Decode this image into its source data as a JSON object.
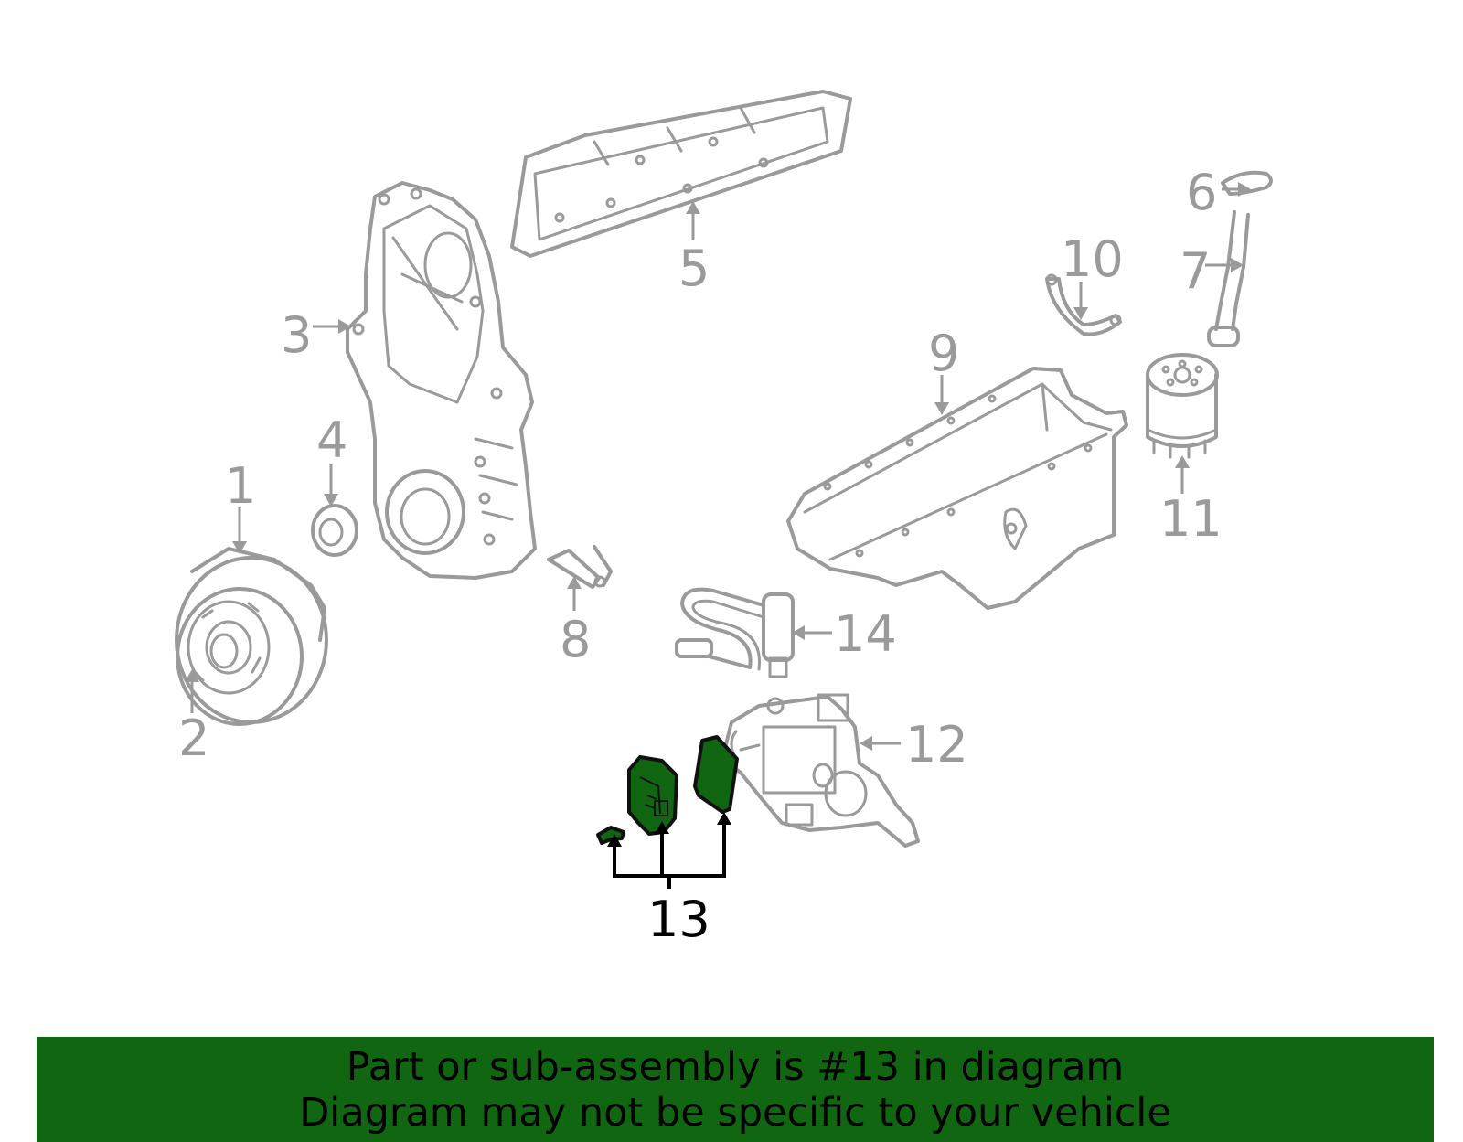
{
  "colors": {
    "part_gray": "#9a9a9a",
    "highlight_green": "#116611",
    "banner_green": "#116611",
    "highlight_text": "#000000"
  },
  "callouts": {
    "c1": "1",
    "c2": "2",
    "c3": "3",
    "c4": "4",
    "c5": "5",
    "c6": "6",
    "c7": "7",
    "c8": "8",
    "c9": "9",
    "c10": "10",
    "c11": "11",
    "c12": "12",
    "c13": "13",
    "c14": "14"
  },
  "highlighted_part": "13",
  "banner": {
    "line1": "Part or sub-assembly is #13 in diagram",
    "line2": "Diagram may not be specific to your vehicle"
  }
}
